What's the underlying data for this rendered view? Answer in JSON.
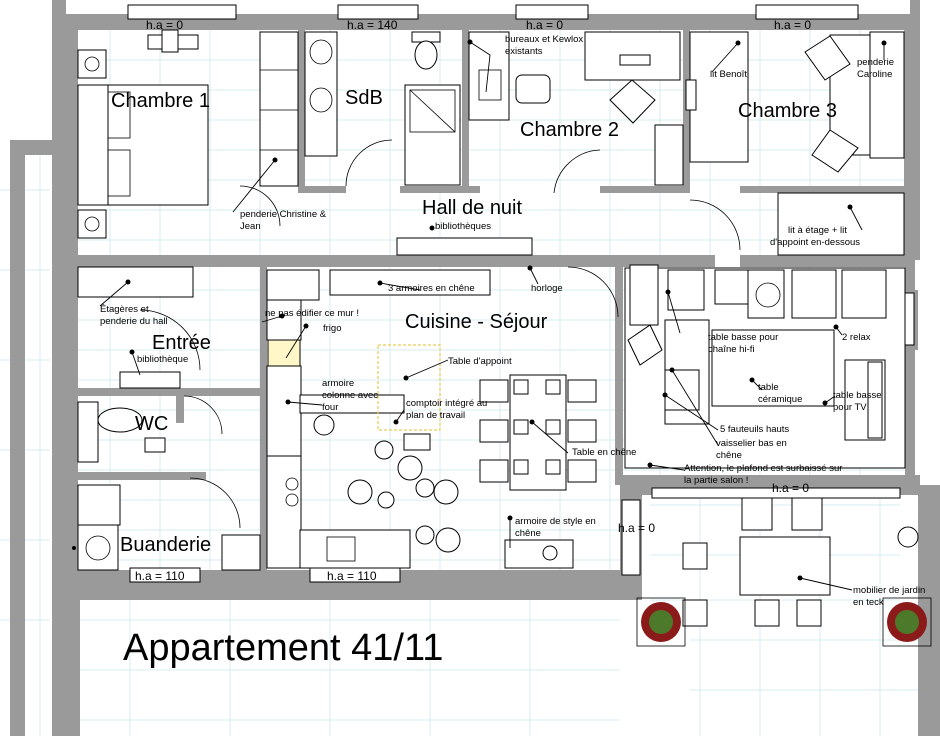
{
  "plan": {
    "title": "Appartement 41/11",
    "rooms": {
      "chambre1": "Chambre 1",
      "sdb": "SdB",
      "chambre2": "Chambre 2",
      "chambre3": "Chambre 3",
      "hall": "Hall de nuit",
      "cuisine": "Cuisine - Séjour",
      "entree": "Entrée",
      "wc": "WC",
      "buanderie": "Buanderie"
    },
    "window_heights": {
      "ch1": "h.a = 0",
      "sdb": "h.a = 140",
      "ch2": "h.a = 0",
      "ch3": "h.a = 0",
      "terrasse": "h.a = 0",
      "sejour": "h.a = 0",
      "buanderie": "h.a = 110",
      "cuisine": "h.a = 110"
    },
    "annotations": {
      "bureaux_1": "bureaux et Kewlox",
      "bureaux_2": "existants",
      "lit_benoit": "lit Benoît",
      "penderie_caroline_1": "penderie",
      "penderie_caroline_2": "Caroline",
      "penderie_cj_1": "penderie Christine &",
      "penderie_cj_2": "Jean",
      "bibliotheques": "bibliothèques",
      "lit_etage_1": "lit à étage + lit",
      "lit_etage_2": "d'appoint en-dessous",
      "armoires": "3 armoires en chêne",
      "horloge": "horloge",
      "etageres_1": "Étagères et",
      "etageres_2": "penderie du hall",
      "mur_1": "ne pas édifier ce mur !",
      "frigo": "frigo",
      "bibliotheque": "bibliothèque",
      "table_appoint": "Table d'appoint",
      "armoire_colonne_1": "armoire",
      "armoire_colonne_2": "colonne avec",
      "armoire_colonne_3": "four",
      "comptoir_1": "comptoir intégré au",
      "comptoir_2": "plan de travail",
      "table_basse_hifi_1": "table basse pour",
      "table_basse_hifi_2": "chaîne hi-fi",
      "relax": "2 relax",
      "table_ceramique_1": "table",
      "table_ceramique_2": "céramique",
      "table_tv_1": "table basse",
      "table_tv_2": "pour TV",
      "fauteuils": "5 fauteuils hauts",
      "vaisselier_1": "vaisselier bas en",
      "vaisselier_2": "chêne",
      "table_chene": "Table en chêne",
      "attention_1": "Attention, le plafond est surbaissé sur",
      "attention_2": "la partie salon !",
      "armoire_style_1": "armoire de style en",
      "armoire_style_2": "chêne",
      "jardin_1": "mobilier de jardin",
      "jardin_2": "en teck"
    }
  }
}
